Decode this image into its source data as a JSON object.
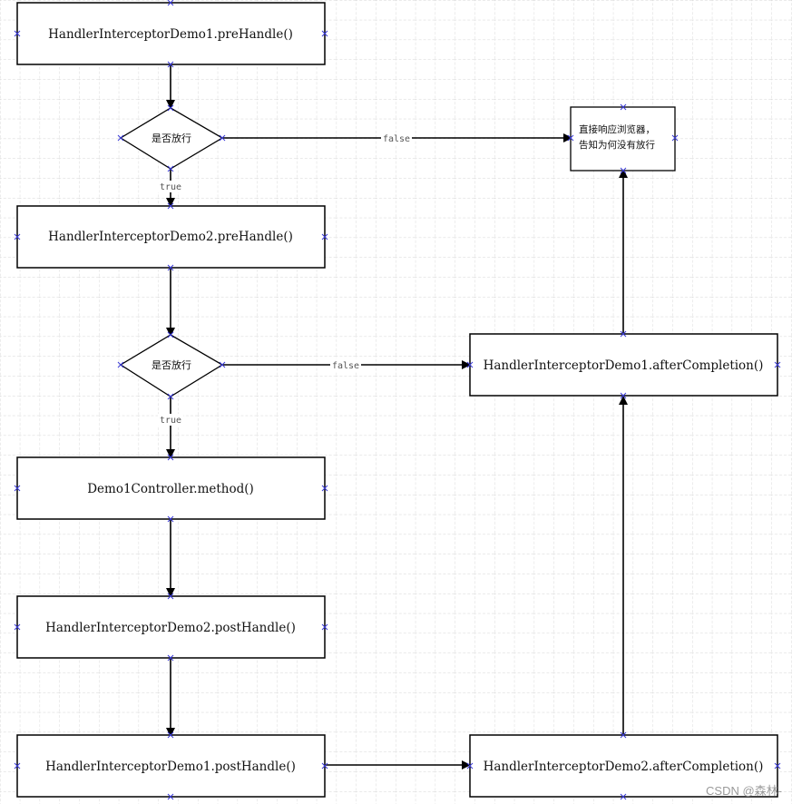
{
  "diagram": {
    "nodes": {
      "demo1_pre": "HandlerInterceptorDemo1.preHandle()",
      "decision1": "是否放行",
      "demo2_pre": "HandlerInterceptorDemo2.preHandle()",
      "decision2": "是否放行",
      "controller": "Demo1Controller.method()",
      "demo2_post": "HandlerInterceptorDemo2.postHandle()",
      "demo1_post": "HandlerInterceptorDemo1.postHandle()",
      "response_line1": "直接响应浏览器，",
      "response_line2": "告知为何没有放行",
      "demo1_after": "HandlerInterceptorDemo1.afterCompletion()",
      "demo2_after": "HandlerInterceptorDemo2.afterCompletion()"
    },
    "edges": {
      "d1_true": "true",
      "d1_false": "false",
      "d2_true": "true",
      "d2_false": "false"
    }
  },
  "watermark": "CSDN @森林-",
  "colors": {
    "grid": "#c8c8c8",
    "stroke": "#000000",
    "handle": "#3a3ad8"
  }
}
